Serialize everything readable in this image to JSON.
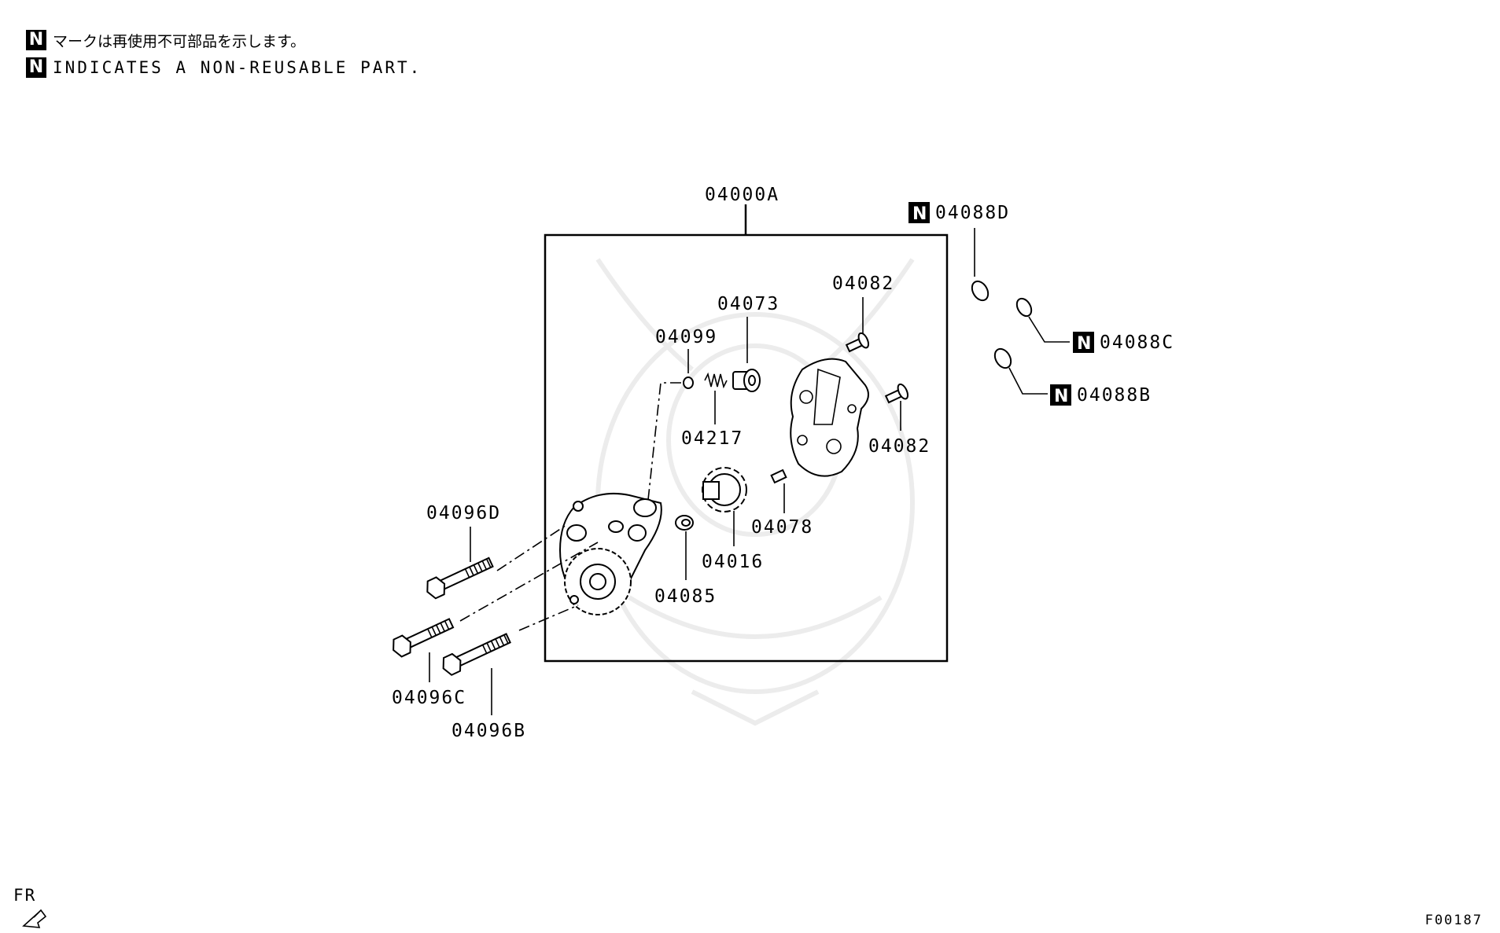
{
  "legend": {
    "badge": "N",
    "japanese": "マークは再使用不可部品を示します。",
    "english": "INDICATES A NON-REUSABLE PART."
  },
  "parts": {
    "assembly": "04000A",
    "p04088D": "04088D",
    "p04088C": "04088C",
    "p04088B": "04088B",
    "p04082_top": "04082",
    "p04082_right": "04082",
    "p04073": "04073",
    "p04099": "04099",
    "p04217": "04217",
    "p04078": "04078",
    "p04016": "04016",
    "p04085": "04085",
    "p04096D": "04096D",
    "p04096C": "04096C",
    "p04096B": "04096B"
  },
  "direction": "FR",
  "diagram_code": "F00187",
  "icons": {
    "non_reusable_badge": "N",
    "front_arrow": "arrow-down-left-icon"
  }
}
